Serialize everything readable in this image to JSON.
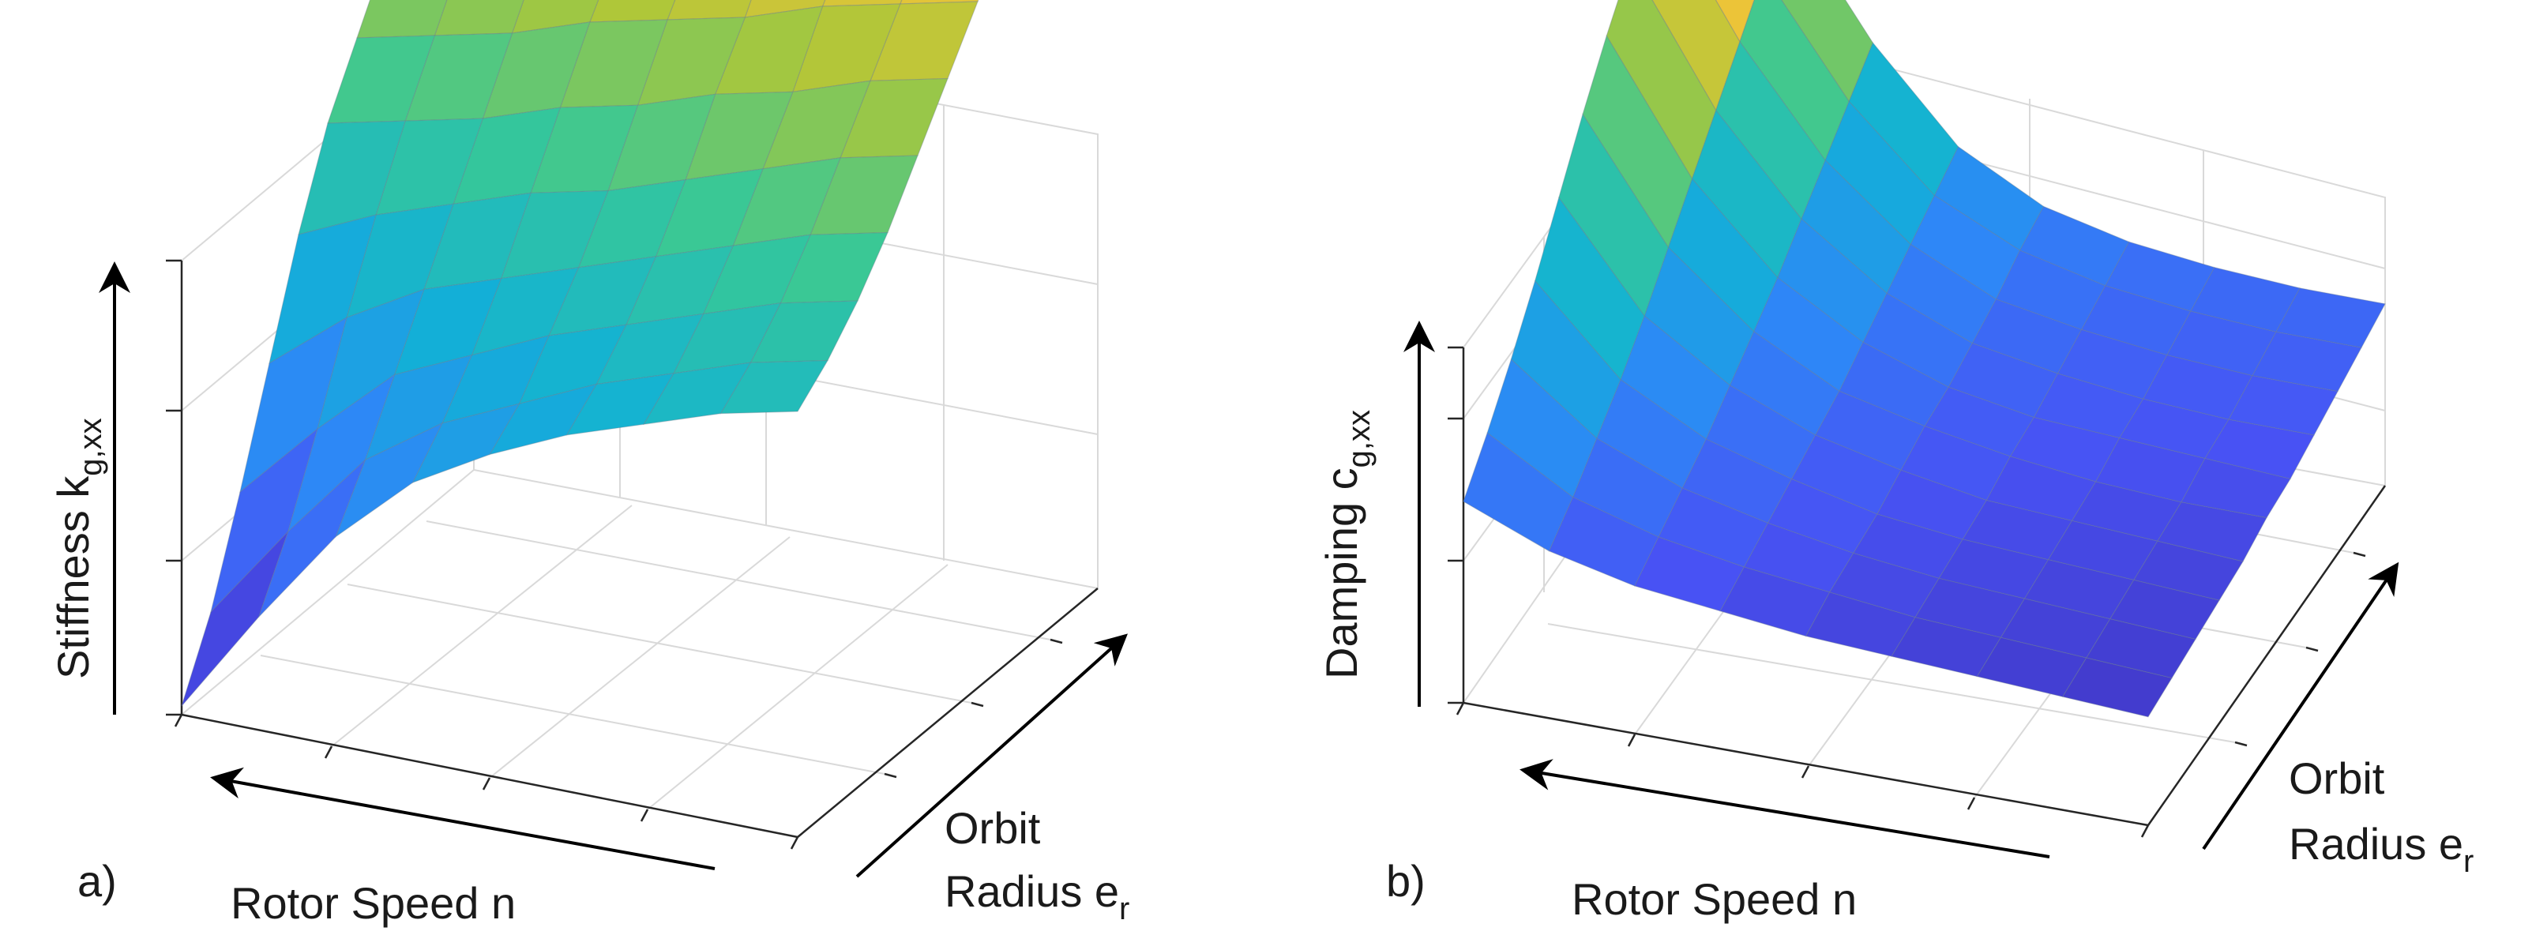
{
  "chart_data": [
    {
      "panel": "a)",
      "type": "surface",
      "zlabel": {
        "main": "Stiffness k",
        "sub": "g,xx"
      },
      "xlabel": "Rotor Speed n",
      "ylabel": {
        "line1": "Orbit",
        "line2": "Radius e",
        "sub": "r"
      },
      "x": [
        0.0,
        0.125,
        0.25,
        0.375,
        0.5,
        0.625,
        0.75,
        0.875,
        1.0
      ],
      "y": [
        0.0,
        0.1,
        0.2,
        0.3,
        0.4,
        0.5,
        0.6,
        0.7,
        0.8,
        0.9,
        1.0
      ],
      "z": [
        [
          0.49,
          0.47,
          0.44,
          0.41,
          0.37,
          0.32,
          0.24,
          0.13,
          0.01
        ],
        [
          0.52,
          0.5,
          0.47,
          0.44,
          0.4,
          0.36,
          0.3,
          0.2,
          0.09
        ],
        [
          0.56,
          0.54,
          0.51,
          0.48,
          0.45,
          0.41,
          0.37,
          0.29,
          0.2
        ],
        [
          0.61,
          0.59,
          0.56,
          0.53,
          0.5,
          0.47,
          0.44,
          0.39,
          0.32
        ],
        [
          0.67,
          0.65,
          0.62,
          0.59,
          0.56,
          0.54,
          0.51,
          0.48,
          0.44
        ],
        [
          0.73,
          0.71,
          0.68,
          0.66,
          0.63,
          0.61,
          0.58,
          0.56,
          0.54
        ],
        [
          0.79,
          0.77,
          0.75,
          0.72,
          0.7,
          0.68,
          0.65,
          0.63,
          0.61
        ],
        [
          0.85,
          0.83,
          0.81,
          0.79,
          0.76,
          0.74,
          0.72,
          0.7,
          0.68
        ],
        [
          0.91,
          0.89,
          0.87,
          0.85,
          0.83,
          0.81,
          0.78,
          0.76,
          0.74
        ],
        [
          0.96,
          0.94,
          0.92,
          0.9,
          0.88,
          0.86,
          0.84,
          0.82,
          0.79
        ],
        [
          1.0,
          0.98,
          0.96,
          0.94,
          0.92,
          0.9,
          0.88,
          0.86,
          0.83
        ]
      ],
      "x_direction": "decreasing-left",
      "grid": true,
      "colormap": "parula",
      "tick_labels": false
    },
    {
      "panel": "b)",
      "type": "surface",
      "zlabel": {
        "main": "Damping c",
        "sub": "g,xx"
      },
      "xlabel": "Rotor Speed n",
      "ylabel": {
        "line1": "Orbit",
        "line2": "Radius e",
        "sub": "r"
      },
      "x": [
        0.0,
        0.125,
        0.25,
        0.375,
        0.5,
        0.625,
        0.75,
        0.875,
        1.0
      ],
      "y": [
        0.0,
        0.1,
        0.2,
        0.3,
        0.4,
        0.5,
        0.6,
        0.7,
        0.8,
        0.9,
        1.0
      ],
      "z": [
        [
          0.06,
          0.07,
          0.08,
          0.09,
          0.1,
          0.12,
          0.14,
          0.18,
          0.25
        ],
        [
          0.07,
          0.08,
          0.09,
          0.1,
          0.12,
          0.14,
          0.17,
          0.22,
          0.32
        ],
        [
          0.08,
          0.09,
          0.1,
          0.11,
          0.13,
          0.16,
          0.2,
          0.27,
          0.4
        ],
        [
          0.09,
          0.1,
          0.11,
          0.12,
          0.14,
          0.18,
          0.23,
          0.32,
          0.49
        ],
        [
          0.1,
          0.11,
          0.12,
          0.13,
          0.16,
          0.2,
          0.27,
          0.38,
          0.59
        ],
        [
          0.12,
          0.12,
          0.13,
          0.15,
          0.18,
          0.22,
          0.31,
          0.45,
          0.69
        ],
        [
          0.13,
          0.14,
          0.15,
          0.16,
          0.19,
          0.25,
          0.35,
          0.52,
          0.78
        ],
        [
          0.15,
          0.15,
          0.16,
          0.18,
          0.21,
          0.28,
          0.4,
          0.59,
          0.86
        ],
        [
          0.17,
          0.17,
          0.18,
          0.2,
          0.23,
          0.31,
          0.45,
          0.66,
          0.93
        ],
        [
          0.19,
          0.19,
          0.2,
          0.22,
          0.26,
          0.34,
          0.5,
          0.73,
          0.98
        ],
        [
          0.21,
          0.21,
          0.22,
          0.24,
          0.28,
          0.37,
          0.55,
          0.79,
          1.0
        ]
      ],
      "x_direction": "decreasing-left",
      "grid": true,
      "colormap": "parula",
      "tick_labels": false
    }
  ],
  "colors": {
    "grid": "#d9d9d9",
    "axis": "#262626",
    "arrow": "#000000",
    "edge": "#6a7b8c"
  }
}
